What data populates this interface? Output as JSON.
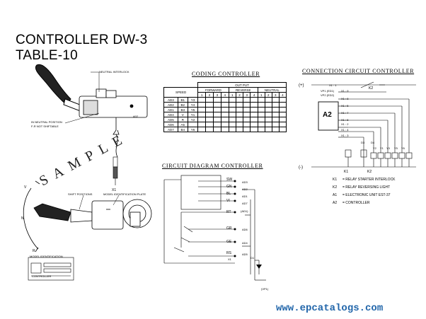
{
  "header": {
    "title": "CONTROLLER DW-3",
    "subtitle": "TABLE-10"
  },
  "left": {
    "neutral_interlock": "NEUTRAL INTERLOCK",
    "neutral_position": "IN NEUTRAL POSITION",
    "not_shiftable": "F-R NOT SHIFTABLE",
    "part_no": "A02",
    "x1": "X1",
    "shift_positions": "SHIFT POSITIONS",
    "id_plate": "MODEL IDENTIFICATION PLATE",
    "model_identification": "MODEL IDENTIFICATION",
    "controller_label": "CONTROLLER",
    "dir_v": "V",
    "dir_r": "R",
    "dir_n": "N",
    "sample": "SAMPLE"
  },
  "coding": {
    "title": "CODING CONTROLLER",
    "output_header": "OUT PUT",
    "speed_header": "SPEED",
    "forward_header": "FORWARD",
    "reverse_header": "REVERSE",
    "neutral_header": "NEUTRAL",
    "rows": [
      [
        "AD3",
        "B1",
        "Y3"
      ],
      [
        "AD2",
        "B2",
        "Y4"
      ],
      [
        "AD1",
        "B3",
        "Y5"
      ],
      [
        "AD4",
        "V",
        "Y1"
      ],
      [
        "AD5",
        "R",
        "Y2"
      ],
      [
        "AD6",
        "A5",
        ""
      ],
      [
        "AD7",
        "B4",
        "Y6"
      ]
    ]
  },
  "circuit": {
    "title": "CIRCUIT DIAGRAM CONTROLLER",
    "labels": [
      "SW",
      "GN",
      "BL",
      "VI",
      "RT",
      "GR",
      "GE",
      "RS"
    ],
    "ads": [
      "AD3",
      "AD2",
      "AD1",
      "AD7",
      "AD6",
      "AD4",
      "AD5"
    ],
    "x1": "X1",
    "d1": "D1",
    "vp1": "(VP1)",
    "adt": "(AD1)"
  },
  "connection": {
    "title": "CONNECTION CIRCUIT CONTROLLER",
    "plus": "(+)",
    "minus": "(-)",
    "a2": "A2",
    "k2": "K2",
    "k1": "K1",
    "x1_head": "X1 : 1",
    "vp1": "VP1 (ED1)",
    "vp2": "VP2 (ED2)",
    "pins": [
      "X1 : 9",
      "X1 : 8",
      "X1 : 5",
      "X1 : 7",
      "X1 : 6",
      "X1 : 2",
      "X1 : 4",
      "X1 : 3"
    ],
    "y_labels": [
      "Y3",
      "Y5",
      "Y6",
      "Y1",
      "Y2"
    ],
    "d_labels": [
      "D3",
      "D4"
    ],
    "legend": [
      {
        "key": "K1",
        "text": "= RELAY STARTER INTERLOCK"
      },
      {
        "key": "K2",
        "text": "= RELAY REVERSING LIGHT"
      },
      {
        "key": "A1",
        "text": "= ELECTRONIC UNIT EST-37"
      },
      {
        "key": "A2",
        "text": "= CONTROLLER"
      }
    ]
  },
  "footer": {
    "watermark": "www.epcatalogs.com"
  }
}
